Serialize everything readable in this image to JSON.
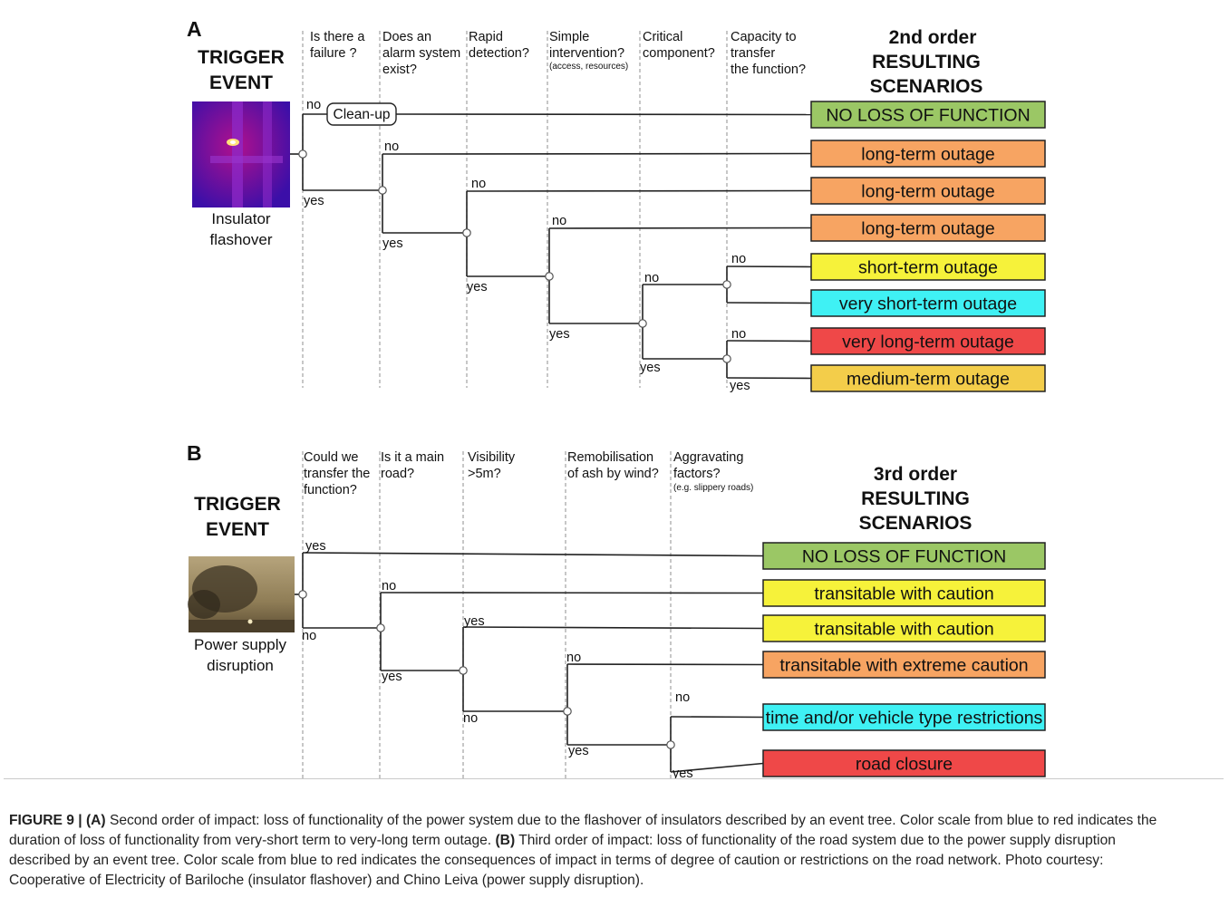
{
  "panelA": {
    "letter": "A",
    "trigger_title": [
      "TRIGGER",
      "EVENT"
    ],
    "trigger_label": [
      "Insulator",
      "flashover"
    ],
    "questions": [
      {
        "lines": [
          "Is there a",
          "failure ?"
        ]
      },
      {
        "lines": [
          "Does an",
          "alarm system",
          "exist?"
        ]
      },
      {
        "lines": [
          "Rapid",
          "detection?"
        ]
      },
      {
        "lines": [
          "Simple",
          "intervention?"
        ],
        "note": "(access, resources)"
      },
      {
        "lines": [
          "Critical",
          "component?"
        ]
      },
      {
        "lines": [
          "Capacity to",
          "transfer",
          "the function?"
        ]
      }
    ],
    "scenarios_title": [
      "2nd order",
      "RESULTING",
      "SCENARIOS"
    ],
    "cleanup_label": "Clean-up",
    "branch_no": "no",
    "branch_yes": "yes",
    "outcomes": [
      {
        "label": "NO LOSS OF FUNCTION",
        "color": "#9bc765"
      },
      {
        "label": "long-term outage",
        "color": "#f7a462"
      },
      {
        "label": "long-term outage",
        "color": "#f7a462"
      },
      {
        "label": "long-term outage",
        "color": "#f7a462"
      },
      {
        "label": "short-term outage",
        "color": "#f6f23a"
      },
      {
        "label": "very short-term outage",
        "color": "#3ff1f4"
      },
      {
        "label": "very long-term outage",
        "color": "#ef4848"
      },
      {
        "label": "medium-term outage",
        "color": "#f3cd4a"
      }
    ]
  },
  "panelB": {
    "letter": "B",
    "trigger_title": [
      "TRIGGER",
      "EVENT"
    ],
    "trigger_label": [
      "Power supply",
      "disruption"
    ],
    "questions": [
      {
        "lines": [
          "Could we",
          "transfer the",
          "function?"
        ]
      },
      {
        "lines": [
          "Is it a main",
          "road?"
        ]
      },
      {
        "lines": [
          "Visibility",
          ">5m?"
        ]
      },
      {
        "lines": [
          "Remobilisation",
          "of ash by wind?"
        ]
      },
      {
        "lines": [
          "Aggravating",
          "factors?"
        ],
        "note": "(e.g. slippery roads)"
      }
    ],
    "scenarios_title": [
      "3rd order",
      "RESULTING",
      "SCENARIOS"
    ],
    "branch_no": "no",
    "branch_yes": "yes",
    "outcomes": [
      {
        "label": "NO LOSS OF FUNCTION",
        "color": "#9bc765"
      },
      {
        "label": "transitable with caution",
        "color": "#f6f23a"
      },
      {
        "label": "transitable with caution",
        "color": "#f6f23a"
      },
      {
        "label": "transitable with extreme caution",
        "color": "#f7a462"
      },
      {
        "label": "time and/or vehicle type restrictions",
        "color": "#3ff1f4"
      },
      {
        "label": "road closure",
        "color": "#ef4848"
      }
    ]
  },
  "caption": {
    "figure": "FIGURE 9 | ",
    "a_tag": "(A)",
    "a_text": " Second order of impact: loss of functionality of the power system due to the flashover of insulators described by an event tree. Color scale from blue to red indicates the duration of loss of functionality from very-short term to very-long term outage. ",
    "b_tag": "(B)",
    "b_text": " Third order of impact: loss of functionality of the road system due to the power supply disruption described by an event tree. Color scale from blue to red indicates the consequences of impact in terms of degree of caution or restrictions on the road network. Photo courtesy: Cooperative of Electricity of Bariloche (insulator flashover) and Chino Leiva (power supply disruption)."
  }
}
